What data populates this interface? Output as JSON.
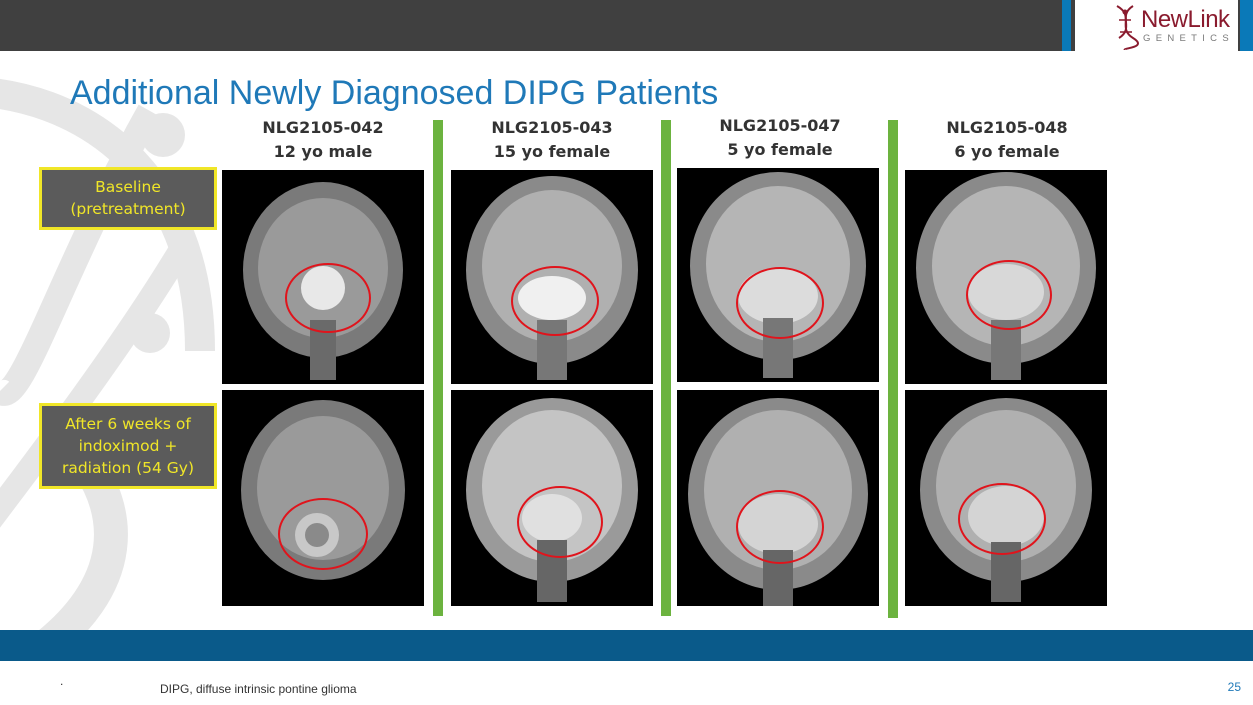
{
  "slide": {
    "title": "Additional Newly Diagnosed DIPG Patients",
    "footnote": "DIPG, diffuse intrinsic pontine glioma",
    "footnote_marker": ".",
    "page_number": "25"
  },
  "logo": {
    "name": "NewLink",
    "tagline": "GENETICS"
  },
  "colors": {
    "accent_blue": "#1f79b8",
    "dark_band": "#404040",
    "footer_band": "#0a5a8a",
    "divider_green": "#6cb33f",
    "label_yellow": "#f0e628",
    "circle_red": "#e0141c"
  },
  "row_labels": {
    "baseline": "Baseline (pretreatment)",
    "after": "After 6 weeks of indoximod + radiation (54 Gy)"
  },
  "patients": [
    {
      "id": "NLG2105-042",
      "desc": "12 yo male"
    },
    {
      "id": "NLG2105-043",
      "desc": "15 yo female"
    },
    {
      "id": "NLG2105-047",
      "desc": "5 yo female"
    },
    {
      "id": "NLG2105-048",
      "desc": "6 yo female"
    }
  ]
}
